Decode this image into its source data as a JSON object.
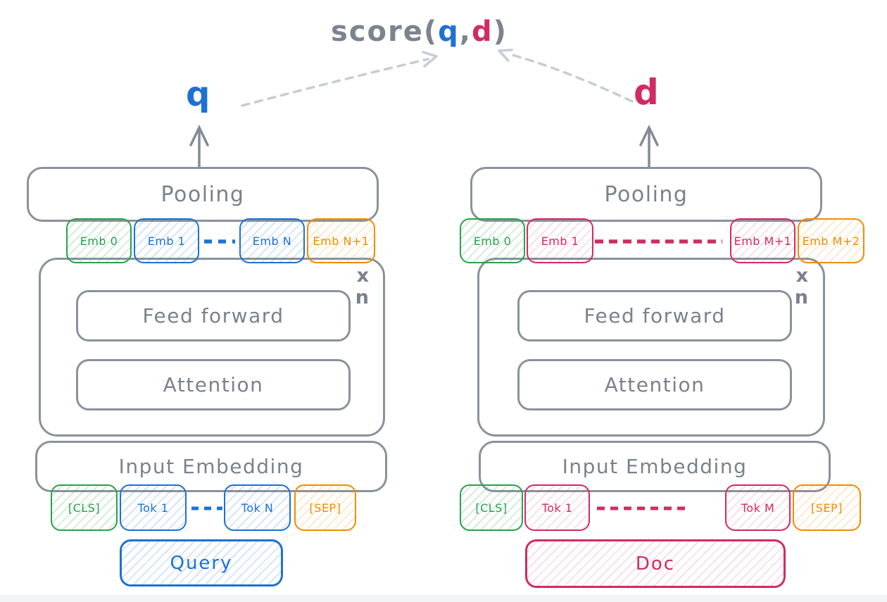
{
  "score": {
    "prefix": "score(",
    "q": "q",
    "comma": ",",
    "d": "d",
    "suffix": ")"
  },
  "left": {
    "output_label": "q",
    "pooling": "Pooling",
    "emb_cls": "Emb 0",
    "emb_first": "Emb 1",
    "emb_last": "Emb N",
    "emb_sep": "Emb N+1",
    "repeat": "x n",
    "feed_forward": "Feed forward",
    "attention": "Attention",
    "input_embedding": "Input Embedding",
    "tok_cls": "[CLS]",
    "tok_first": "Tok 1",
    "tok_last": "Tok N",
    "tok_sep": "[SEP]",
    "source": "Query"
  },
  "right": {
    "output_label": "d",
    "pooling": "Pooling",
    "emb_cls": "Emb 0",
    "emb_first": "Emb 1",
    "emb_last": "Emb M+1",
    "emb_sep": "Emb M+2",
    "repeat": "x n",
    "feed_forward": "Feed forward",
    "attention": "Attention",
    "input_embedding": "Input Embedding",
    "tok_cls": "[CLS]",
    "tok_first": "Tok 1",
    "tok_last": "Tok M",
    "tok_sep": "[SEP]",
    "source": "Doc"
  },
  "colors": {
    "box_gray": "#8a929b",
    "text_gray": "#79828c",
    "dash_arrow_gray": "#c7cdd5",
    "blue": "#1d71d3",
    "green": "#2aa14b",
    "orange": "#ef8d02",
    "crimson": "#d12b63"
  }
}
